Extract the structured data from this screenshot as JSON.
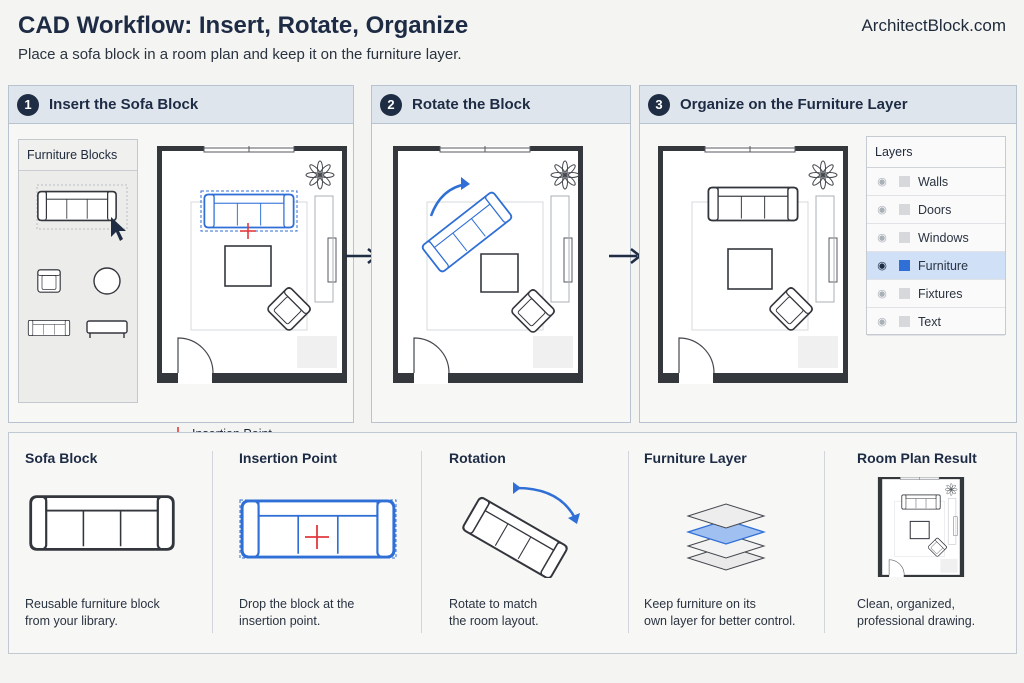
{
  "header": {
    "title": "CAD Workflow: Insert, Rotate, Organize",
    "subtitle": "Place a sofa block in a room plan and keep it on the furniture layer.",
    "site": "ArchitectBlock.com"
  },
  "steps": [
    {
      "num": "1",
      "title": "Insert the Sofa Block"
    },
    {
      "num": "2",
      "title": "Rotate the Block"
    },
    {
      "num": "3",
      "title": "Organize on the Furniture Layer"
    }
  ],
  "library": {
    "title": "Furniture Blocks"
  },
  "insertion_label": "Insertion Point",
  "layers": {
    "title": "Layers",
    "items": [
      {
        "name": "Walls",
        "selected": false
      },
      {
        "name": "Doors",
        "selected": false
      },
      {
        "name": "Windows",
        "selected": false
      },
      {
        "name": "Furniture",
        "selected": true
      },
      {
        "name": "Fixtures",
        "selected": false
      },
      {
        "name": "Text",
        "selected": false
      }
    ]
  },
  "cards": [
    {
      "title": "Sofa Block",
      "desc1": "Reusable furniture block",
      "desc2": "from your library."
    },
    {
      "title": "Insertion Point",
      "desc1": "Drop the block at the",
      "desc2": "insertion point."
    },
    {
      "title": "Rotation",
      "desc1": "Rotate to match",
      "desc2": "the room layout."
    },
    {
      "title": "Furniture Layer",
      "desc1": "Keep furniture on its",
      "desc2": "own layer for better control."
    },
    {
      "title": "Room Plan Result",
      "desc1": "Clean, organized,",
      "desc2": "professional drawing."
    }
  ],
  "colors": {
    "accent": "#2f6fd6",
    "dark": "#1f2d44",
    "red": "#e0393e",
    "wall": "#3a3d42"
  }
}
